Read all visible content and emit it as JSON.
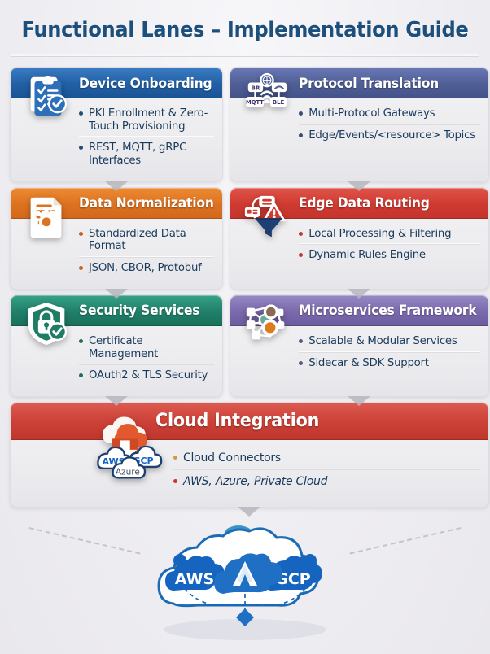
{
  "page": {
    "title": "Functional Lanes – Implementation Guide",
    "background_color": "#f1f0f3",
    "title_color": "#1d4f7c"
  },
  "lanes": [
    {
      "id": "device-onboarding",
      "title": "Device Onboarding",
      "accent": "#2161a6",
      "icon": "clipboard-check-icon",
      "bullets": [
        "PKI Enrollment & Zero-Touch Provisioning",
        "REST, MQTT, gRPC Interfaces"
      ]
    },
    {
      "id": "protocol-translation",
      "title": "Protocol Translation",
      "accent": "#505f96",
      "icon": "protocol-network-icon",
      "icon_labels": [
        "BR",
        "MQTT",
        "BLE"
      ],
      "bullets": [
        "Multi-Protocol Gateways",
        "Edge/Events/<resource> Topics"
      ]
    },
    {
      "id": "data-normalization",
      "title": "Data Normalization",
      "accent": "#dd7321",
      "icon": "document-gear-icon",
      "bullets": [
        "Standardized Data Format",
        "JSON, CBOR, Protobuf"
      ]
    },
    {
      "id": "edge-data-routing",
      "title": "Edge Data Routing",
      "accent": "#d03b31",
      "icon": "funnel-warning-icon",
      "bullets": [
        "Local Processing & Filtering",
        "Dynamic Rules Engine"
      ]
    },
    {
      "id": "security-services",
      "title": "Security Services",
      "accent": "#21806a",
      "icon": "shield-lock-check-icon",
      "bullets": [
        "Certificate Management",
        "OAuth2 & TLS Security"
      ]
    },
    {
      "id": "microservices-framework",
      "title": "Microservices Framework",
      "accent": "#7b6aad",
      "icon": "hexagon-nodes-icon",
      "bullets": [
        "Scalable & Modular Services",
        "Sidecar & SDK Support"
      ]
    }
  ],
  "cloud_lane": {
    "id": "cloud-integration",
    "title": "Cloud Integration",
    "accent": "#cd4137",
    "icon": "cloud-download-providers-icon",
    "icon_labels": [
      "AWS",
      "Azure",
      "GCP"
    ],
    "bullets": [
      "Cloud Connectors",
      "AWS, Azure, Private Cloud"
    ]
  },
  "footer": {
    "icon": "multi-cloud-hub-icon",
    "providers": [
      "AWS",
      "Azure",
      "GCP"
    ],
    "cloud_color": "#1565c0"
  }
}
